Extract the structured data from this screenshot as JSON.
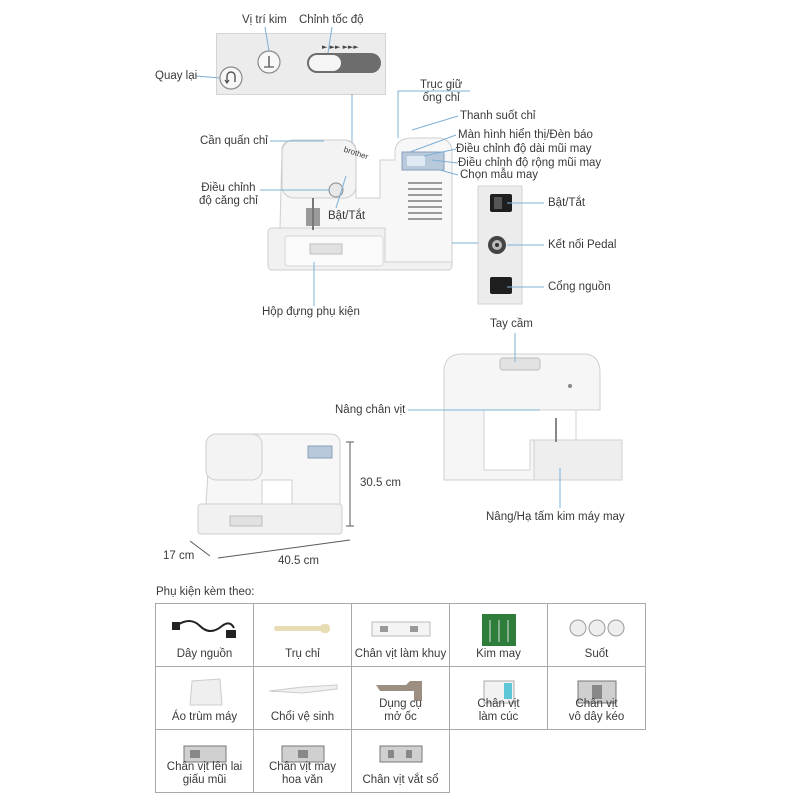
{
  "panel_labels": {
    "needle_position": "Vị trí kim",
    "speed_control": "Chỉnh tốc độ",
    "reverse": "Quay lại"
  },
  "machine_labels": {
    "spool_pin": "Trục giữ\nống chỉ",
    "thread_guide": "Thanh suốt chỉ",
    "display": "Màn hình hiển thị/Đèn báo",
    "stitch_length": "Điều chỉnh độ dài mũi may",
    "stitch_width": "Điều chỉnh độ rộng mũi may",
    "pattern_select": "Chọn mẫu may",
    "bobbin_winder": "Cần quấn chỉ",
    "tension": "Điều chỉnh\nđộ căng chỉ",
    "power_front": "Bật/Tắt",
    "accessory_box": "Hộp đựng phụ kiện",
    "brand": "brother"
  },
  "side_labels": {
    "power": "Bật/Tắt",
    "pedal": "Kết nối Pedal",
    "power_port": "Cổng nguồn"
  },
  "rear_labels": {
    "handle": "Tay cầm",
    "presser_lift": "Nâng chân vịt",
    "feed_lower": "Nâng/Hạ tấm kim máy may"
  },
  "dimensions": {
    "height": "30.5 cm",
    "depth": "17 cm",
    "width": "40.5 cm"
  },
  "accessories": {
    "title": "Phụ kiện kèm theo:",
    "items": [
      {
        "label": "Dây nguồn"
      },
      {
        "label": "Trụ chỉ"
      },
      {
        "label": "Chân vịt làm khuy"
      },
      {
        "label": "Kim may"
      },
      {
        "label": "Suốt"
      },
      {
        "label": "Áo trùm máy"
      },
      {
        "label": "Chổi vệ sinh"
      },
      {
        "label": "Dụng cụ\nmở ốc"
      },
      {
        "label": "Chân vịt\nlàm cúc"
      },
      {
        "label": "Chân vịt\nvô dây kéo"
      },
      {
        "label": "Chân vịt lên lai\ngiấu mũi"
      },
      {
        "label": "Chân vịt may\nhoa văn"
      },
      {
        "label": "Chân vịt vắt sổ"
      }
    ]
  },
  "colors": {
    "leader": "#7fb0d6",
    "machine_body": "#f4f4f4",
    "machine_edge": "#cfcfcf",
    "grid_border": "#a9a9a9",
    "text": "#3a3a3a"
  }
}
